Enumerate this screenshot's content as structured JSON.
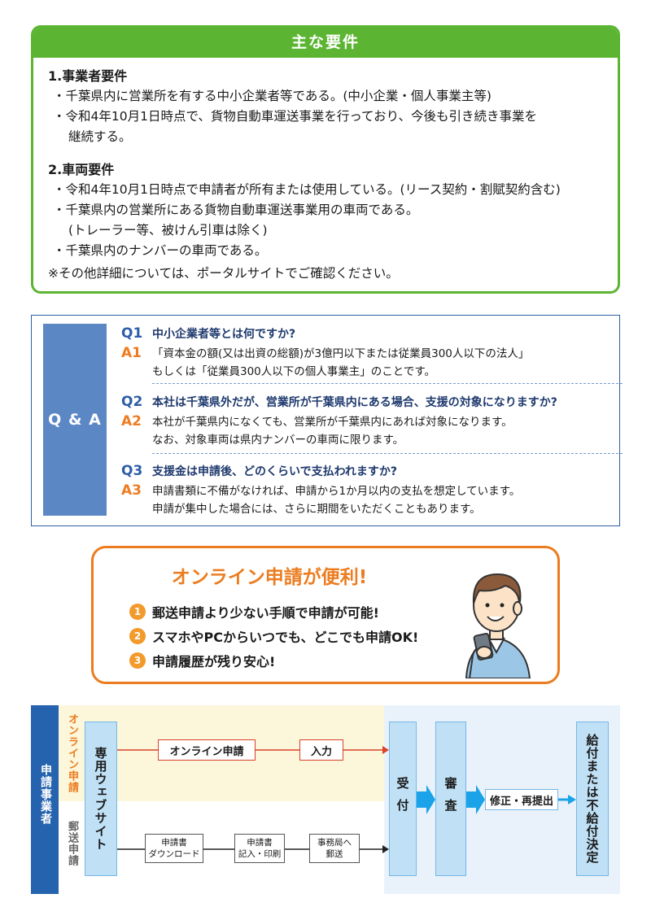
{
  "requirements": {
    "title": "主な要件",
    "section1": {
      "heading": "1.事業者要件",
      "items": [
        "・千葉県内に営業所を有する中小企業者等である。(中小企業・個人事業主等)",
        "・令和4年10月1日時点で、貨物自動車運送事業を行っており、今後も引き続き事業を",
        "継続する。"
      ]
    },
    "section2": {
      "heading": "2.車両要件",
      "items": [
        "・令和4年10月1日時点で申請者が所有または使用している。(リース契約・割賦契約含む)",
        "・千葉県内の営業所にある貨物自動車運送事業用の車両である。",
        "(トレーラー等、被けん引車は除く)",
        "・千葉県内のナンバーの車両である。"
      ]
    },
    "note": "※その他詳細については、ポータルサイトでご確認ください。"
  },
  "qa": {
    "label": "Q & A",
    "items": [
      {
        "q_num": "Q1",
        "question": "中小企業者等とは何ですか?",
        "a_num": "A1",
        "answer": [
          "「資本金の額(又は出資の総額)が3億円以下または従業員300人以下の法人」",
          "もしくは「従業員300人以下の個人事業主」のことです。"
        ]
      },
      {
        "q_num": "Q2",
        "question": "本社は千葉県外だが、営業所が千葉県内にある場合、支援の対象になりますか?",
        "a_num": "A2",
        "answer": [
          "本社が千葉県内になくても、営業所が千葉県内にあれば対象になります。",
          "なお、対象車両は県内ナンバーの車両に限ります。"
        ]
      },
      {
        "q_num": "Q3",
        "question": "支援金は申請後、どのくらいで支払われますか?",
        "a_num": "A3",
        "answer": [
          "申請書類に不備がなければ、申請から1か月以内の支払を想定しています。",
          "申請が集中した場合には、さらに期間をいただくこともあります。"
        ]
      }
    ]
  },
  "online": {
    "title": "オンライン申請が便利!",
    "perks": [
      {
        "num": "1",
        "text": "郵送申請より少ない手順で申請が可能!"
      },
      {
        "num": "2",
        "text": "スマホやPCからいつでも、どこでも申請OK!"
      },
      {
        "num": "3",
        "text": "申請履歴が残り安心!"
      }
    ]
  },
  "flow": {
    "applicant": "申請事業者",
    "online_route": "オンライン申請",
    "mail_route": "郵送申請",
    "website": "専用ウェブサイト",
    "online_apply": "オンライン申請",
    "input": "入力",
    "mail_steps": [
      [
        "申請書",
        "ダウンロード"
      ],
      [
        "申請書",
        "記入・印刷"
      ],
      [
        "事務局へ",
        "郵送"
      ]
    ],
    "reception": "受付",
    "review": "審査",
    "correction": "修正・再提出",
    "decision": "給付または不給付決定"
  },
  "colors": {
    "green": "#5cb532",
    "navy": "#2e5ea8",
    "orange": "#ec7c1f",
    "applicant_blue": "#2563ae",
    "arrow_blue": "#1aa3e8"
  }
}
